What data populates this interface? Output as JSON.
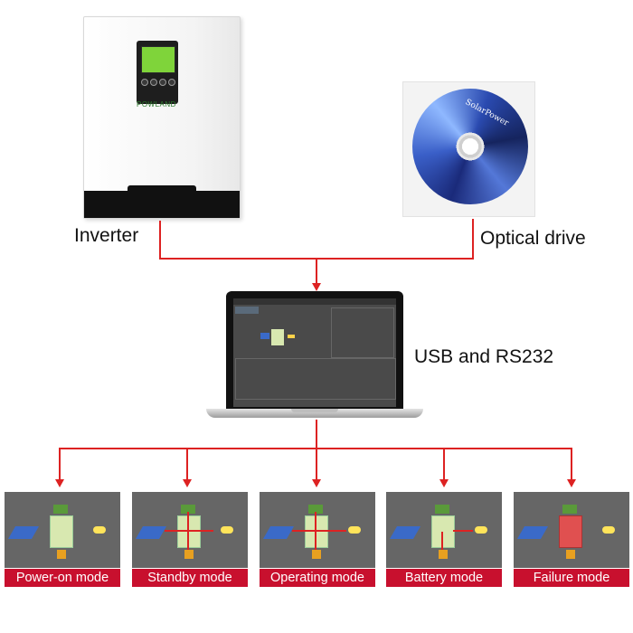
{
  "inverter": {
    "label": "Inverter",
    "brand": "POWLAND"
  },
  "optical_drive": {
    "label": "Optical drive",
    "disc_text": "SolarPower"
  },
  "connection": {
    "label": "USB and RS232"
  },
  "modes": [
    {
      "label": "Power-on mode"
    },
    {
      "label": "Standby mode"
    },
    {
      "label": "Operating mode"
    },
    {
      "label": "Battery mode"
    },
    {
      "label": "Failure mode"
    }
  ],
  "colors": {
    "line": "#dd2222",
    "mode_label_bg": "#c8102e",
    "mode_panel_bg": "#666666"
  }
}
